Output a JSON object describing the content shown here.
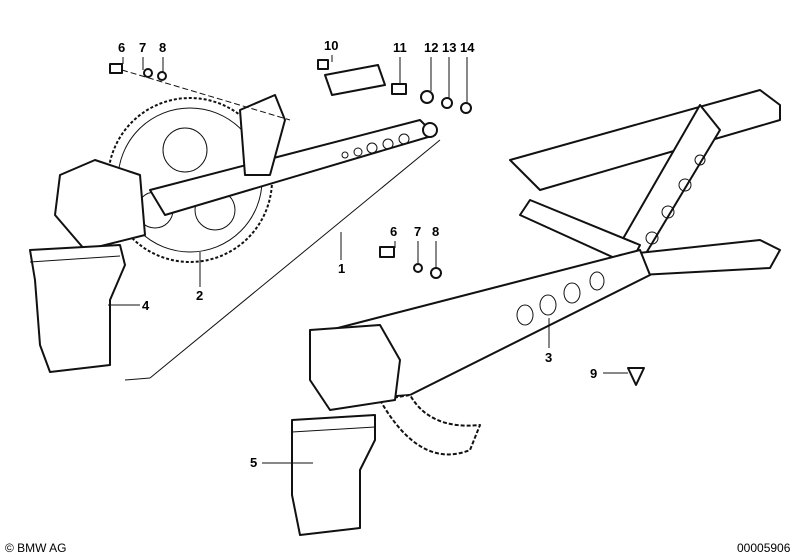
{
  "diagram": {
    "title": "Window regulator parts diagram",
    "callouts": {
      "upper": [
        "6",
        "7",
        "8",
        "10",
        "11",
        "12",
        "13",
        "14"
      ],
      "left_assembly": [
        "1",
        "2",
        "4"
      ],
      "right_assembly": [
        "6",
        "7",
        "8",
        "3",
        "9",
        "5"
      ]
    }
  },
  "footer": {
    "copyright": "© BMW AG",
    "image_number": "00005906"
  }
}
